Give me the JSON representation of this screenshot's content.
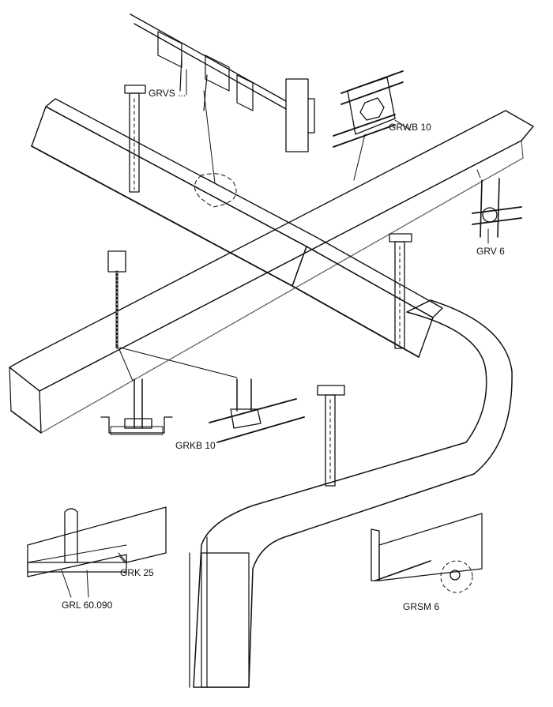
{
  "labels": {
    "grvs": "GRVS ...",
    "grwb": "GRWB 10",
    "grv": "GRV 6",
    "grkb": "GRKB 10",
    "grk": "GRK 25",
    "grl": "GRL 60.090",
    "grsm": "GRSM 6"
  }
}
